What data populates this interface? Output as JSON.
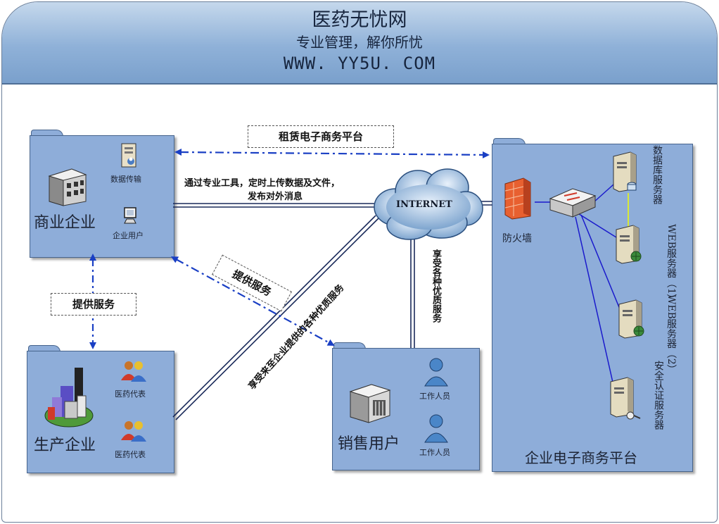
{
  "header": {
    "title": "医药无忧网",
    "slogan": "专业管理，解你所忧",
    "url": "WWW. YY5U. COM"
  },
  "nodes": {
    "commercial": {
      "name": "商业企业",
      "items": [
        "数据传输",
        "企业用户"
      ]
    },
    "production": {
      "name": "生产企业",
      "items": [
        "医药代表",
        "医药代表"
      ]
    },
    "sales": {
      "name": "销售用户",
      "items": [
        "工作人员",
        "工作人员"
      ]
    },
    "platform": {
      "name": "企业电子商务平台",
      "firewall": "防火墙",
      "servers": [
        "数据库服务器",
        "WEB服务器（1）",
        "WEB服务器（2）",
        "安全认证服务器"
      ]
    },
    "internet": "INTERNET"
  },
  "labels": {
    "rent_platform": "租赁电子商务平台",
    "provide_service_left": "提供服务",
    "provide_service_mid": "提供服务",
    "upload_line1": "通过专业工具，定时上传数据及文件，",
    "upload_line2": "发布对外消息",
    "enjoy_services": "享受各种优质服务",
    "enjoy_enterprise_services": "享受来至企业提供的各种优质服务"
  },
  "colors": {
    "folder": "#8eadd9",
    "arrow": "#1a3fc4",
    "link": "#1a2a5a",
    "header": "#8fb1d8"
  }
}
